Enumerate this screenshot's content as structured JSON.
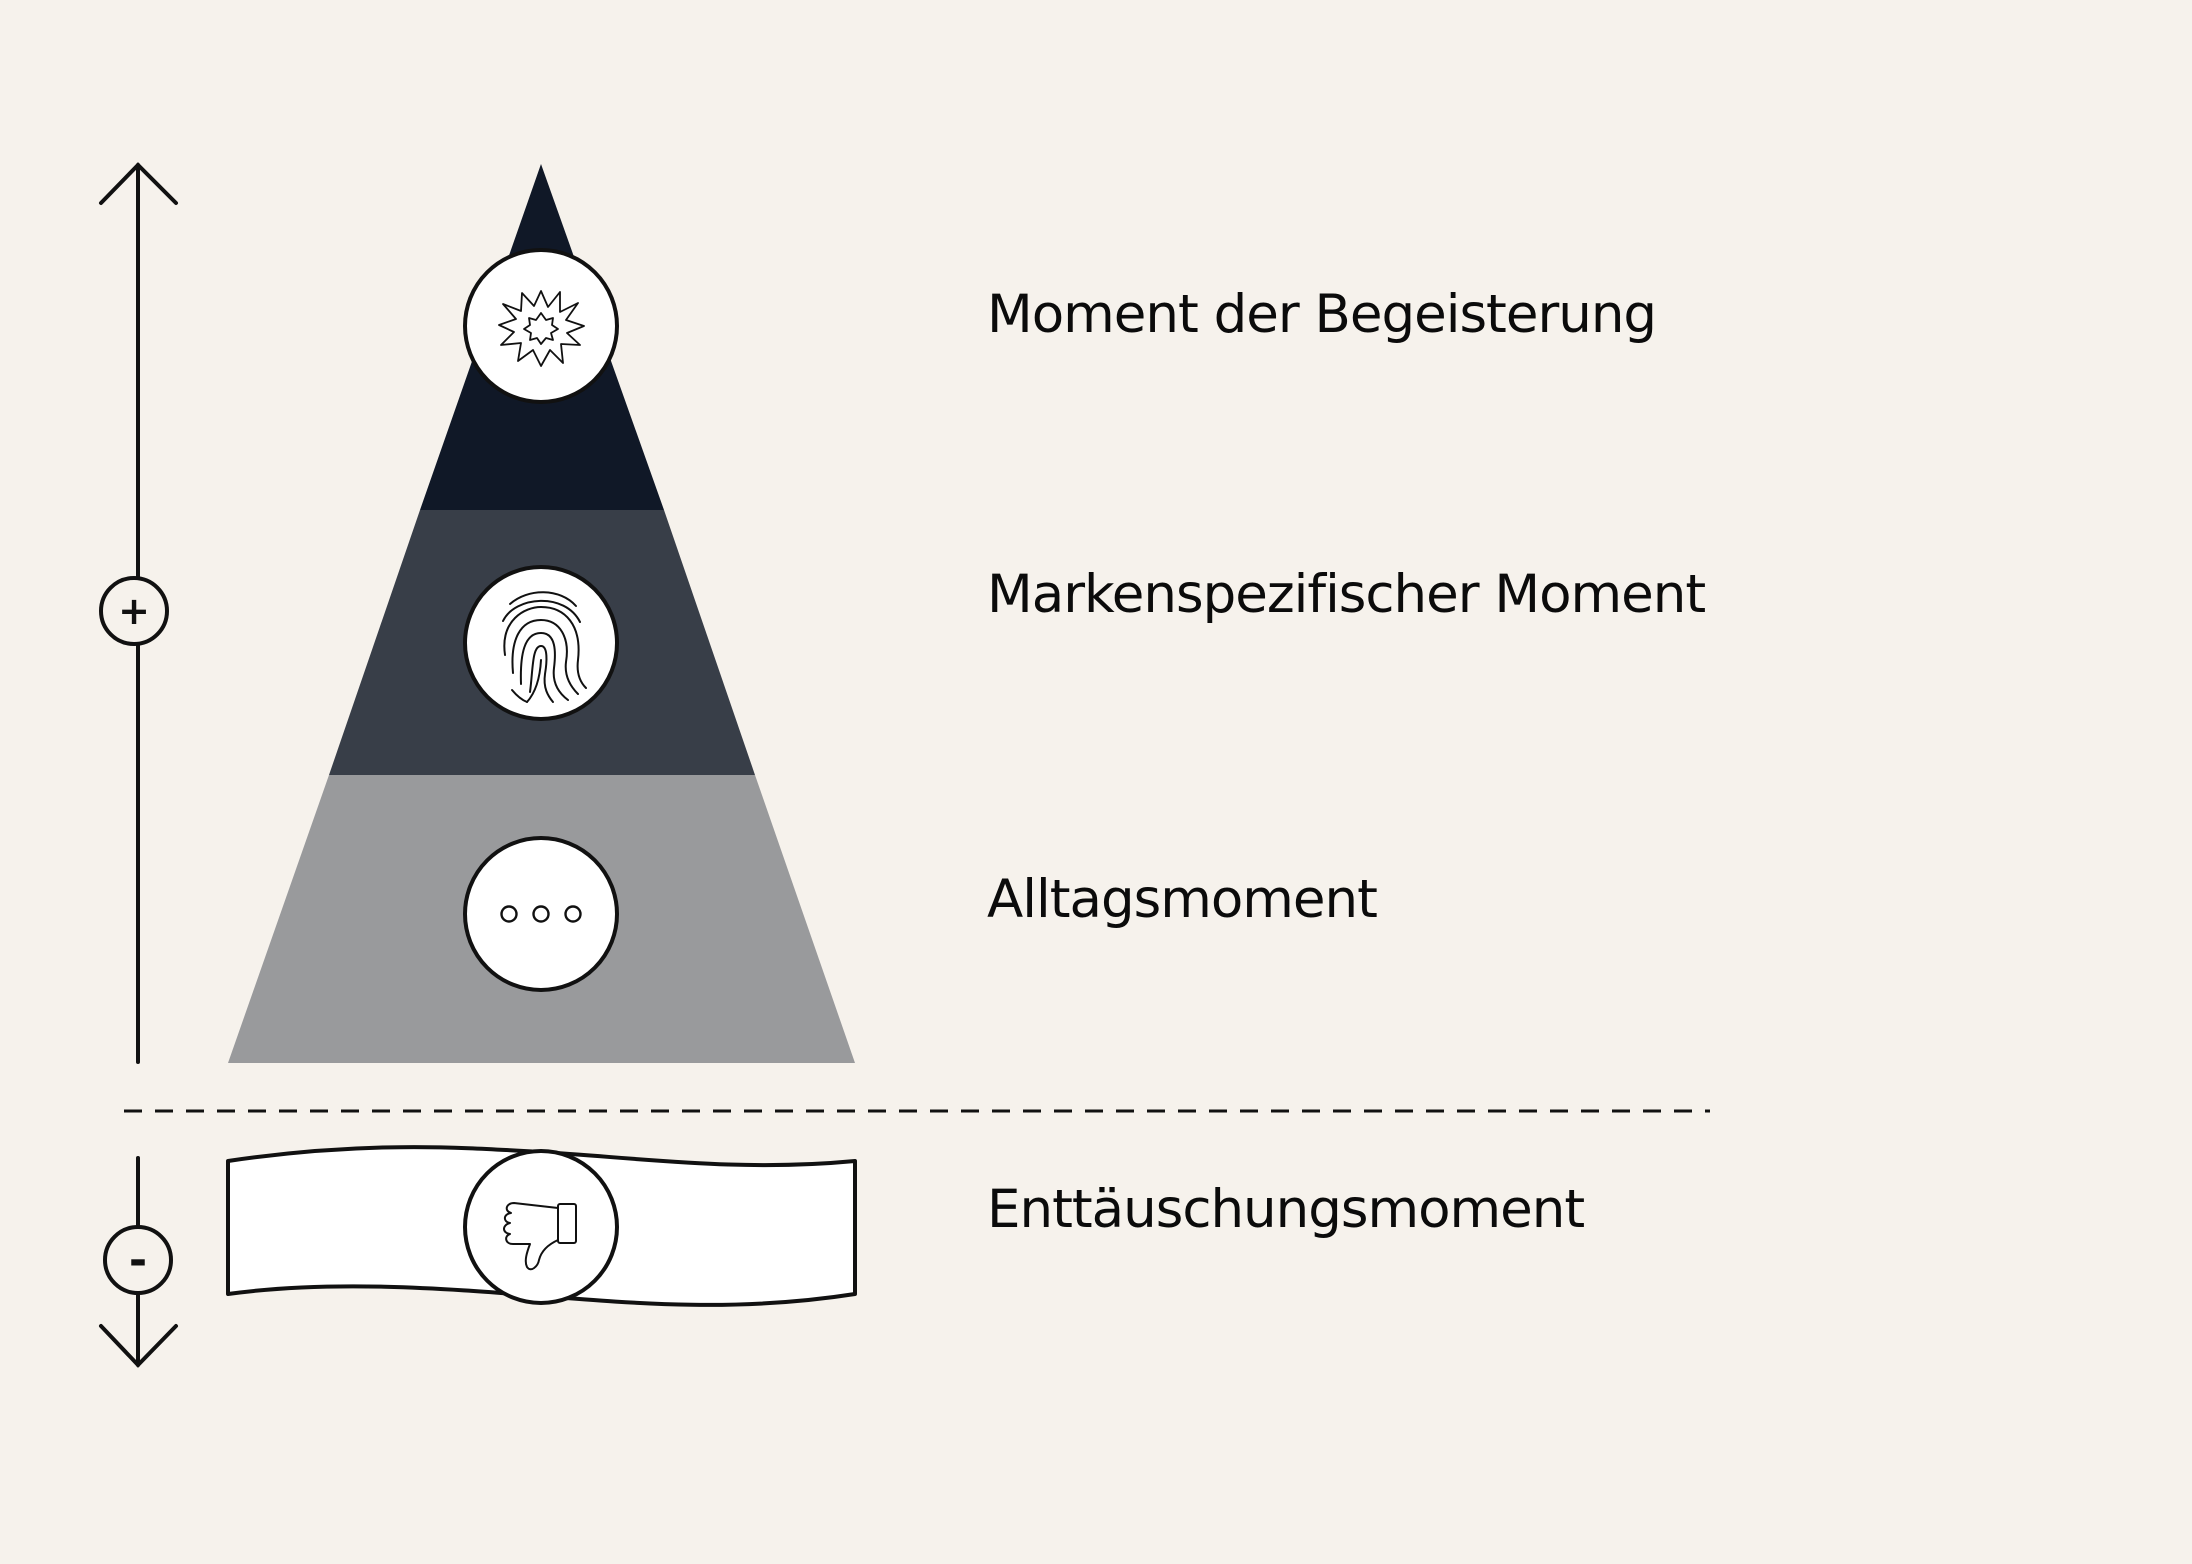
{
  "levels": [
    {
      "id": "delight",
      "label": "Moment der Begeisterung",
      "icon": "burst-icon",
      "color": "#101827"
    },
    {
      "id": "brand",
      "label": "Markenspezifischer Moment",
      "icon": "fingerprint-icon",
      "color": "#383e48"
    },
    {
      "id": "everyday",
      "label": "Alltagsmoment",
      "icon": "ellipsis-icon",
      "color": "#999a9c"
    },
    {
      "id": "disappointment",
      "label": "Enttäuschungsmoment",
      "icon": "thumbs-down-icon",
      "color": "#ffffff"
    }
  ],
  "scale": {
    "positive_symbol": "+",
    "negative_symbol": "-"
  },
  "colors": {
    "background": "#f6f2ec",
    "stroke": "#111111"
  }
}
